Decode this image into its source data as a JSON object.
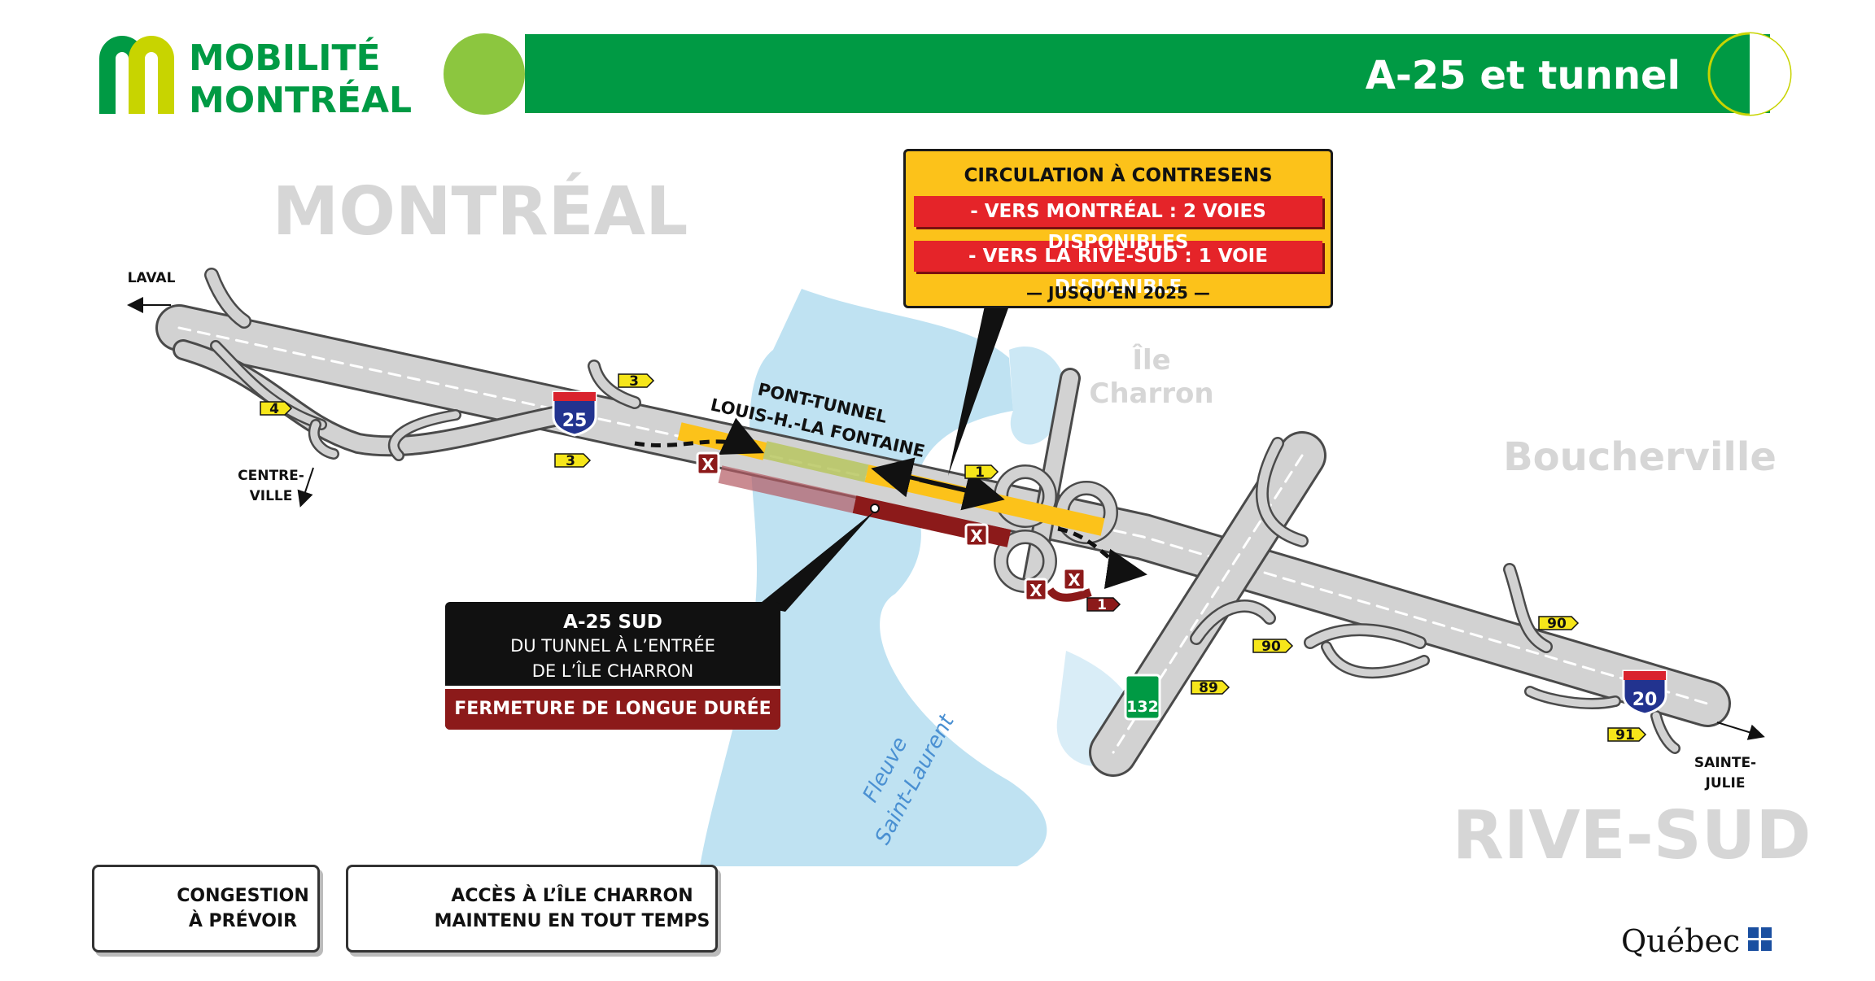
{
  "header": {
    "brand_line1": "MOBILITÉ",
    "brand_line2": "MONTRÉAL",
    "title": "A-25 et tunnel",
    "colors": {
      "brand_green": "#009a44",
      "lime": "#8cc63f",
      "road": "#cfcfcf",
      "closure_red": "#8c1a1a",
      "alert_yellow": "#fcc21a",
      "river": "#aad8ee"
    }
  },
  "map": {
    "regions": {
      "montreal": "MONTRÉAL",
      "rive_sud": "RIVE-SUD",
      "boucherville": "Boucherville",
      "ile_charron_1": "Île",
      "ile_charron_2": "Charron",
      "fleuve_1": "Fleuve",
      "fleuve_2": "Saint-Laurent"
    },
    "destinations": {
      "laval": "LAVAL",
      "centre_ville_1": "CENTRE-",
      "centre_ville_2": "VILLE",
      "sainte_julie_1": "SAINTE-",
      "sainte_julie_2": "JULIE"
    },
    "tunnel_label_1": "PONT-TUNNEL",
    "tunnel_label_2": "LOUIS-H.-LA FONTAINE",
    "highway_shields": {
      "a25": "25",
      "a20": "20",
      "r132": "132"
    },
    "exit_numbers": {
      "e4": "4",
      "e3a": "3",
      "e3b": "3",
      "e1a": "1",
      "e1b": "1",
      "e90a": "90",
      "e90b": "90",
      "e89": "89",
      "e91": "91"
    },
    "closure_symbol": "X"
  },
  "callout_contresens": {
    "title": "CIRCULATION À CONTRESENS",
    "line1": "- VERS MONTRÉAL : 2 VOIES DISPONIBLES",
    "line2": "- VERS LA RIVE-SUD : 1 VOIE DISPONIBLE",
    "footer": "— JUSQU’EN 2025 —"
  },
  "callout_closure": {
    "title": "A-25 SUD",
    "line1": "DU TUNNEL À L’ENTRÉE",
    "line2": "DE L’ÎLE CHARRON",
    "status": "FERMETURE DE LONGUE DURÉE"
  },
  "legend": {
    "congestion_1": "CONGESTION",
    "congestion_2": "À PRÉVOIR",
    "access_1": "ACCÈS À L’ÎLE CHARRON",
    "access_2": "MAINTENU EN TOUT TEMPS"
  },
  "footer_logo": "Québec"
}
